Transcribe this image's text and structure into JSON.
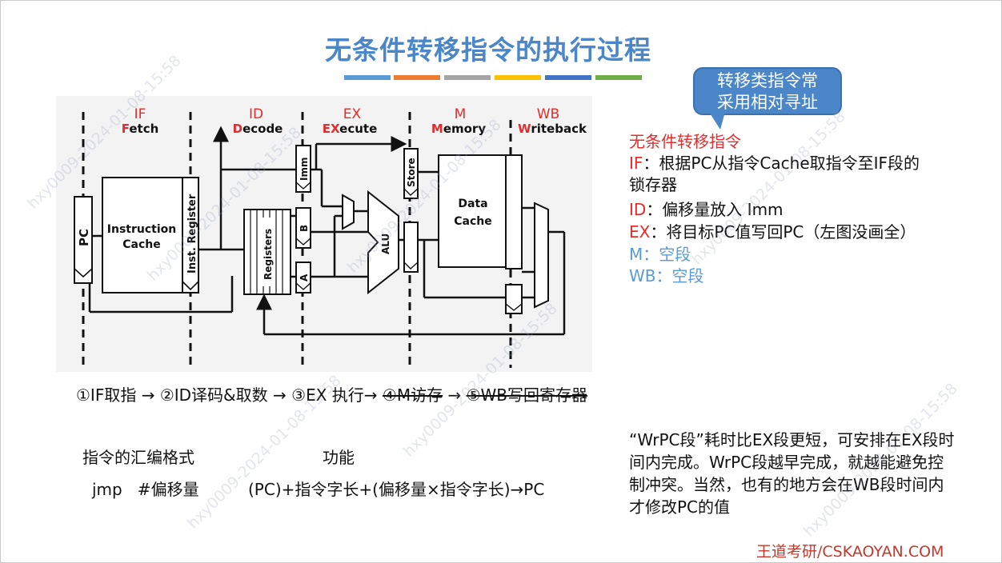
{
  "slide": {
    "title": "无条件转移指令的执行过程",
    "accent_colors": [
      "#5b9bd5",
      "#ed7d31",
      "#a5a5a5",
      "#ffc000",
      "#4472c4",
      "#70ad47"
    ],
    "callout": {
      "line1": "转移类指令常",
      "line2": "采用相对寻址",
      "color": "#4a86c8"
    }
  },
  "diagram": {
    "stages": [
      {
        "name": "IF",
        "full_first": "F",
        "full_rest": "etch"
      },
      {
        "name": "ID",
        "full_first": "D",
        "full_rest": "ecode"
      },
      {
        "name": "EX",
        "full_first": "EX",
        "full_rest": "ecute"
      },
      {
        "name": "M",
        "full_first": "M",
        "full_rest": "emory"
      },
      {
        "name": "WB",
        "full_first": "W",
        "full_rest": "riteback"
      }
    ],
    "blocks": {
      "pc": "PC",
      "icache_1": "Instruction",
      "icache_2": "Cache",
      "ir": "Inst. Register",
      "registers": "Registers",
      "imm": "Imm",
      "b": "B",
      "a": "A",
      "alu": "ALU",
      "store": "Store",
      "dcache_1": "Data",
      "dcache_2": "Cache"
    }
  },
  "description": {
    "heading": "无条件转移指令",
    "if_label": "IF",
    "if_text": "：根据PC从指令Cache取指令至IF段的",
    "if_text2": "锁存器",
    "id_label": "ID",
    "id_text": "：偏移量放入 Imm",
    "ex_label": "EX",
    "ex_text": "：将目标PC值写回PC（左图没画全）",
    "m_text": "M：空段",
    "wb_text": "WB：空段"
  },
  "flow": {
    "s1": "①IF取指",
    "s2": "②ID译码&取数",
    "s3": "③EX 执行",
    "s4": "④M访存",
    "s5": "⑤WB写回寄存器",
    "arrow": "→"
  },
  "table": {
    "col1_header": "指令的汇编格式",
    "col2_header": "功能",
    "instr": "jmp   #偏移量",
    "func": "(PC)+指令字长+(偏移量×指令字长)→PC"
  },
  "note": "“WrPC段”耗时比EX段更短，可安排在EX段时间内完成。WrPC段越早完成，就越能避免控制冲突。当然，也有的地方会在WB段时间内才修改PC的值",
  "footer": {
    "brand": "王道考研/CSKAOYAN.COM"
  },
  "watermark": "hxy0009-2024-01-08-15:58"
}
